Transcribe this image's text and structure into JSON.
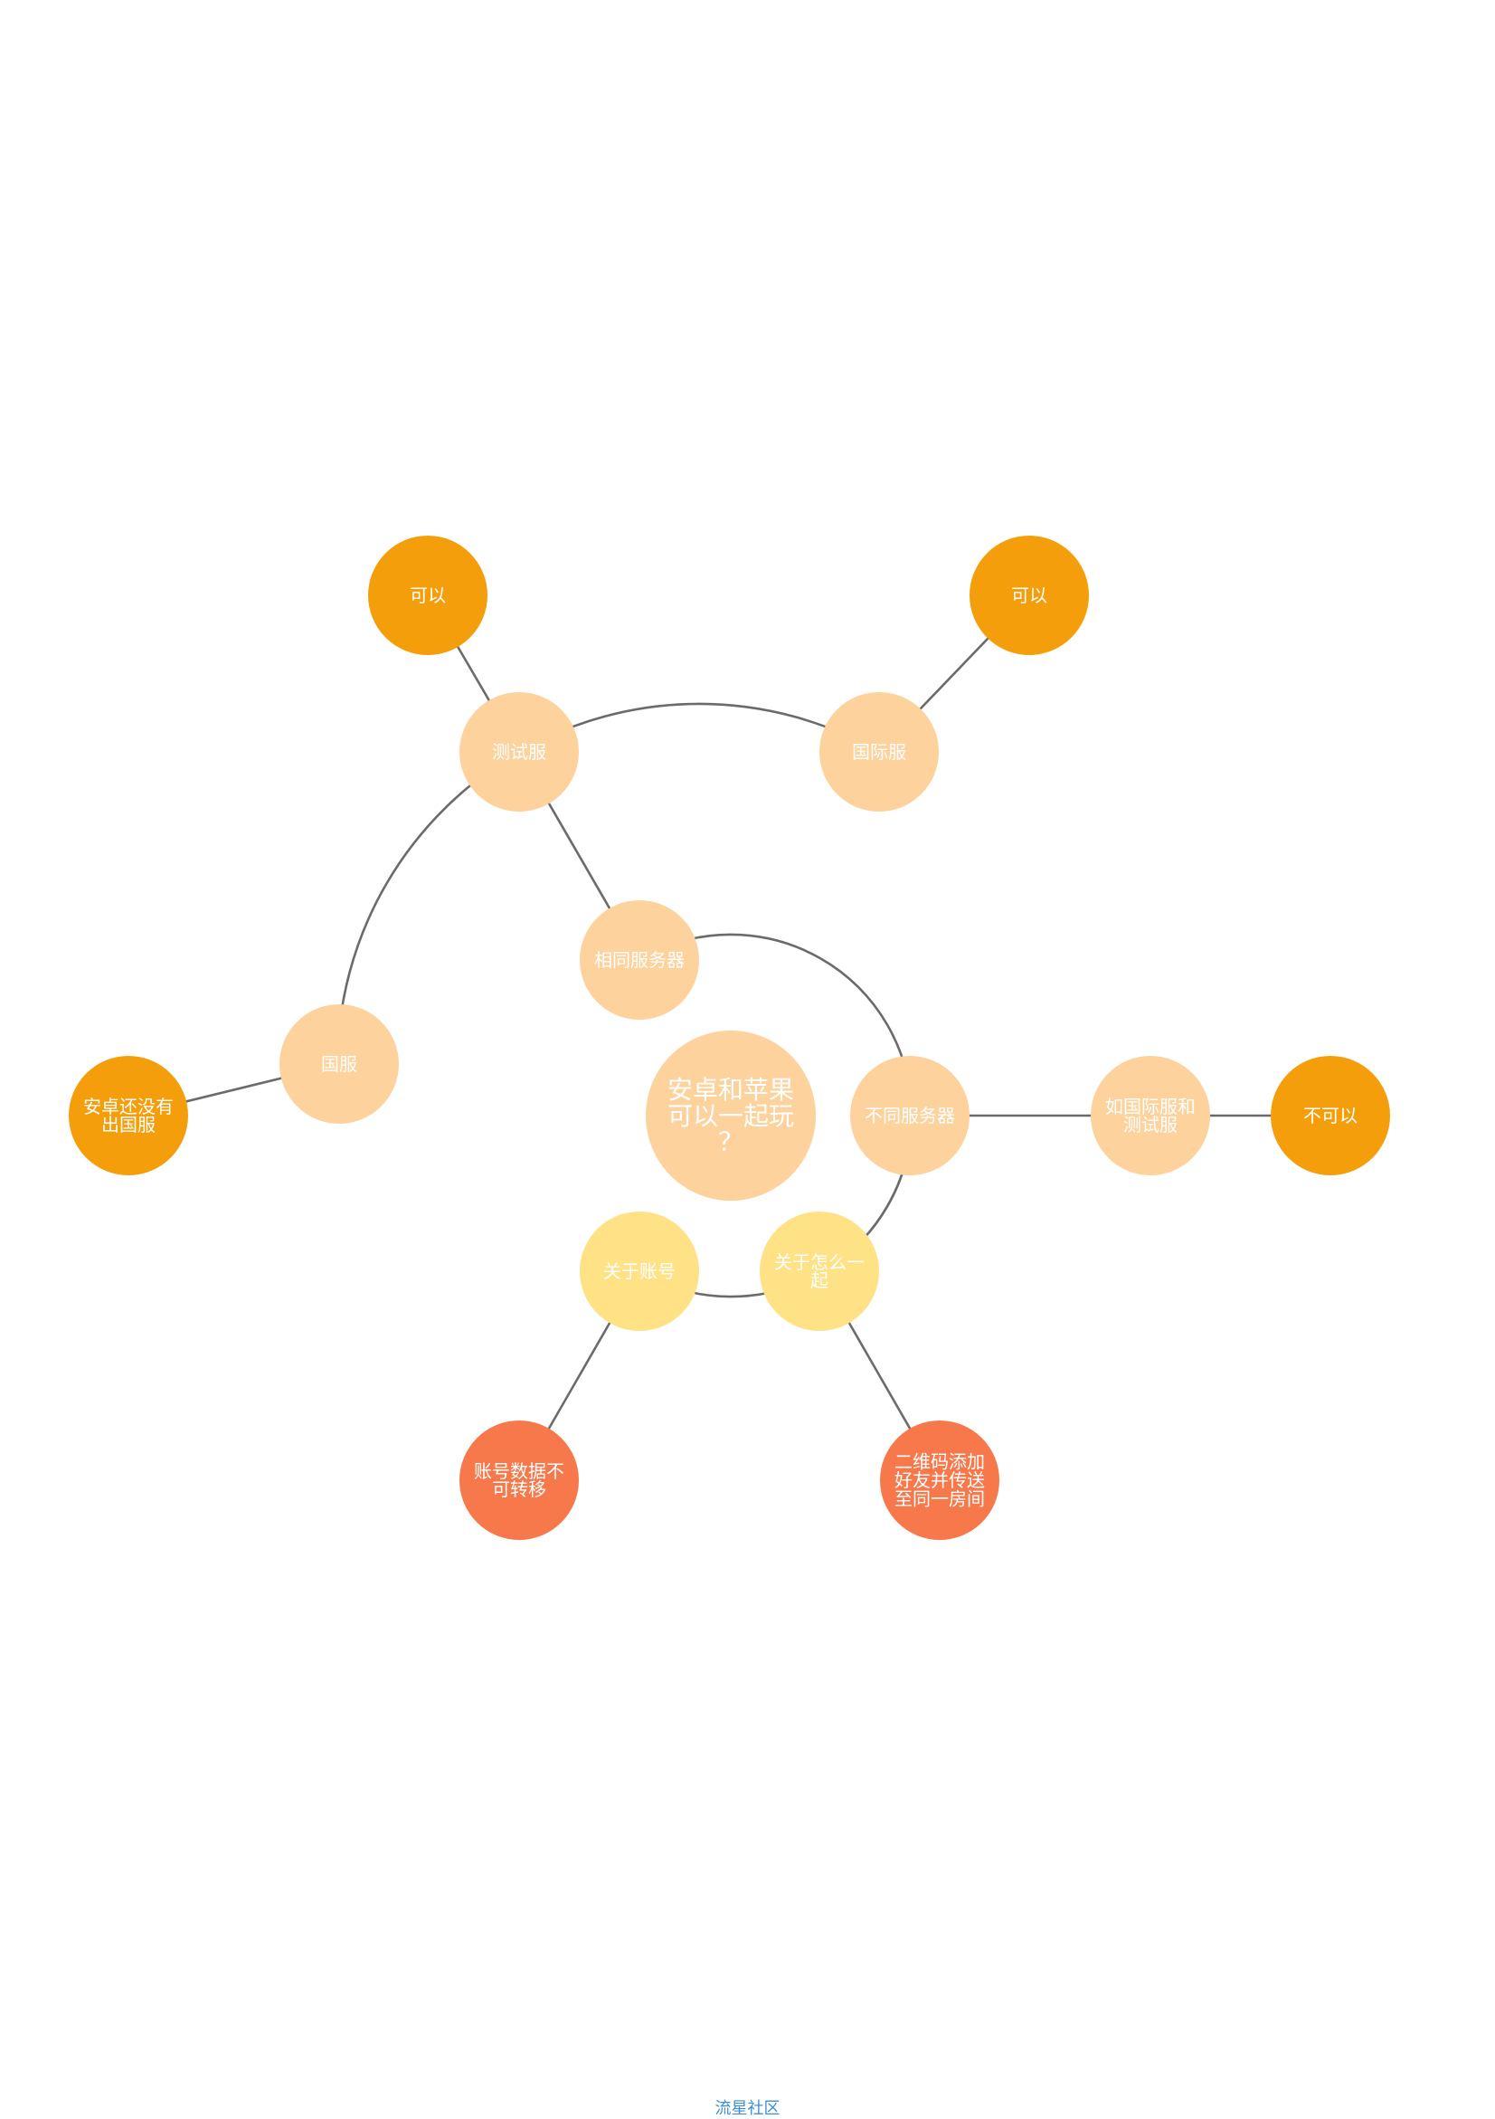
{
  "diagram": {
    "type": "bubble-mindmap",
    "colors": {
      "center": "#FDD29C",
      "level1": "#FDD29C",
      "level1_alt": "#FFE286",
      "leaf_orange": "#F59E0B",
      "leaf_coral": "#F7784A",
      "edge": "#6B6B6B",
      "label": "#FFFFFF"
    },
    "nodes": [
      {
        "id": "center",
        "lines": [
          "安卓和苹果",
          "可以一起玩",
          "？"
        ],
        "color": "center"
      },
      {
        "id": "same-server",
        "lines": [
          "相同服务器"
        ],
        "color": "level1"
      },
      {
        "id": "diff-server",
        "lines": [
          "不同服务器"
        ],
        "color": "level1"
      },
      {
        "id": "about-account",
        "lines": [
          "关于账号"
        ],
        "color": "level1_alt"
      },
      {
        "id": "about-howto",
        "lines": [
          "关于怎么一",
          "起"
        ],
        "color": "level1_alt"
      },
      {
        "id": "test-server",
        "lines": [
          "测试服"
        ],
        "color": "level1"
      },
      {
        "id": "intl-server",
        "lines": [
          "国际服"
        ],
        "color": "level1"
      },
      {
        "id": "cn-server",
        "lines": [
          "国服"
        ],
        "color": "level1"
      },
      {
        "id": "test-yes",
        "lines": [
          "可以"
        ],
        "color": "leaf_orange"
      },
      {
        "id": "intl-yes",
        "lines": [
          "可以"
        ],
        "color": "leaf_orange"
      },
      {
        "id": "cn-android",
        "lines": [
          "安卓还没有",
          "出国服"
        ],
        "color": "leaf_orange"
      },
      {
        "id": "intl-and-test",
        "lines": [
          "如国际服和",
          "测试服"
        ],
        "color": "level1"
      },
      {
        "id": "cannot",
        "lines": [
          "不可以"
        ],
        "color": "leaf_orange"
      },
      {
        "id": "account-data",
        "lines": [
          "账号数据不",
          "可转移"
        ],
        "color": "leaf_coral"
      },
      {
        "id": "qr-add",
        "lines": [
          "二维码添加",
          "好友并传送",
          "至同一房间"
        ],
        "color": "leaf_coral"
      }
    ],
    "edges": [
      [
        "center",
        "same-server"
      ],
      [
        "center",
        "diff-server"
      ],
      [
        "center",
        "about-account"
      ],
      [
        "center",
        "about-howto"
      ],
      [
        "same-server",
        "test-server"
      ],
      [
        "test-server",
        "test-yes"
      ],
      [
        "test-server",
        "intl-server"
      ],
      [
        "intl-server",
        "intl-yes"
      ],
      [
        "test-server",
        "cn-server"
      ],
      [
        "cn-server",
        "cn-android"
      ],
      [
        "diff-server",
        "intl-and-test"
      ],
      [
        "intl-and-test",
        "cannot"
      ],
      [
        "about-account",
        "account-data"
      ],
      [
        "about-howto",
        "qr-add"
      ]
    ]
  },
  "footer": {
    "text": "流星社区"
  }
}
